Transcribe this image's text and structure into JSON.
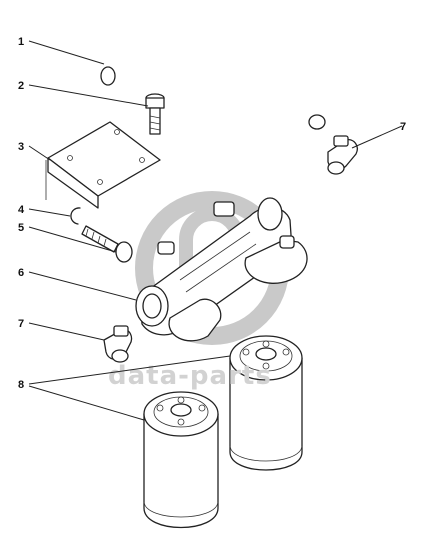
{
  "diagram": {
    "callouts": [
      {
        "id": "c1",
        "label": "1"
      },
      {
        "id": "c2",
        "label": "2"
      },
      {
        "id": "c3",
        "label": "3"
      },
      {
        "id": "c4",
        "label": "4"
      },
      {
        "id": "c5",
        "label": "5"
      },
      {
        "id": "c6",
        "label": "6"
      },
      {
        "id": "c7a",
        "label": "7"
      },
      {
        "id": "c7b",
        "label": "7"
      },
      {
        "id": "c8",
        "label": "8"
      }
    ],
    "watermark": "data-parts"
  },
  "colors": {
    "line": "#222222",
    "watermark": "#c9c9c9"
  }
}
